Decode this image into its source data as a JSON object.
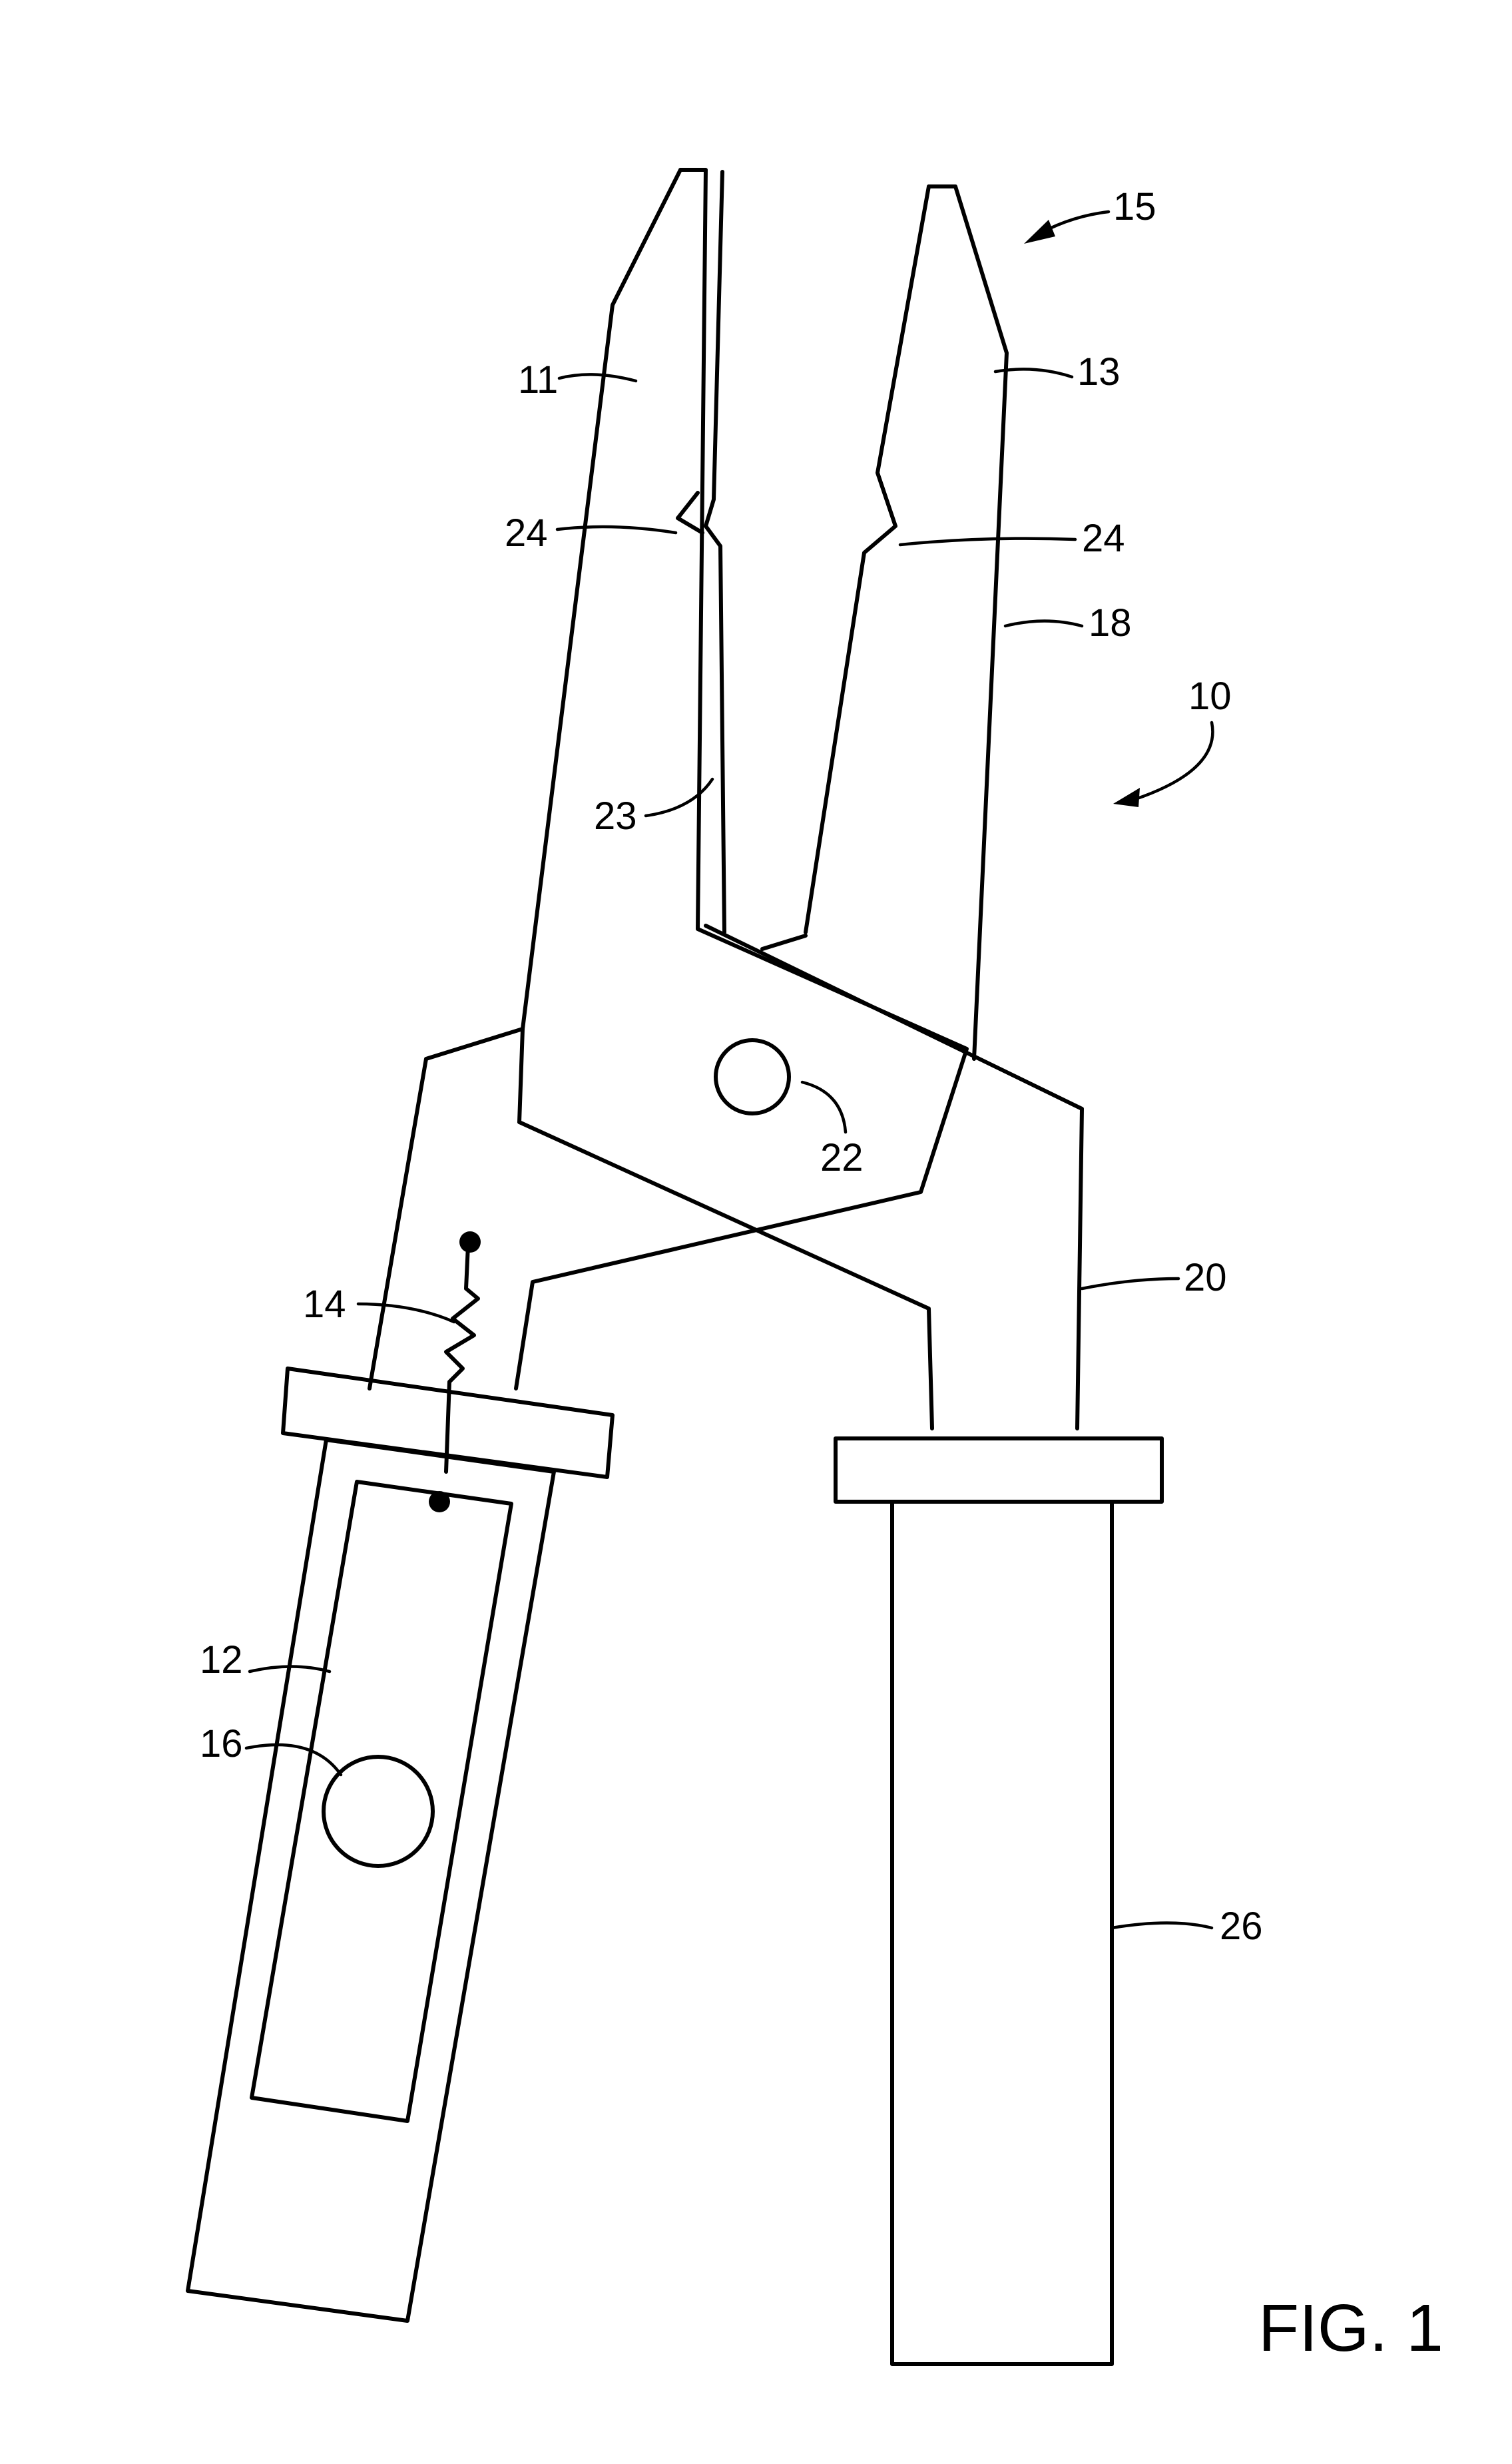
{
  "figure": {
    "caption": "FIG. 1"
  },
  "reference_numerals": {
    "n10": "10",
    "n11": "11",
    "n12": "12",
    "n13": "13",
    "n14": "14",
    "n15": "15",
    "n16": "16",
    "n18": "18",
    "n20": "20",
    "n22": "22",
    "n23": "23",
    "n24_left": "24",
    "n24_right": "24",
    "n26": "26"
  }
}
